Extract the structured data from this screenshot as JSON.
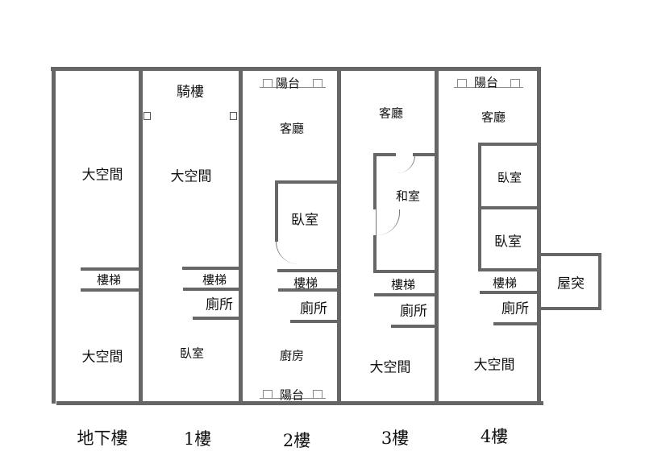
{
  "floors": [
    {
      "label": "地下樓",
      "rooms": [
        "大空間",
        "樓梯",
        "大空間"
      ]
    },
    {
      "label": "1樓",
      "rooms": [
        "騎樓",
        "大空間",
        "樓梯",
        "廁所",
        "臥室"
      ]
    },
    {
      "label": "2樓",
      "rooms": [
        "陽台",
        "客廳",
        "臥室",
        "樓梯",
        "廁所",
        "廚房",
        "陽台"
      ]
    },
    {
      "label": "3樓",
      "rooms": [
        "客廳",
        "和室",
        "樓梯",
        "廁所",
        "大空間"
      ]
    },
    {
      "label": "4樓",
      "rooms": [
        "陽台",
        "客廳",
        "臥室",
        "臥室",
        "樓梯",
        "廁所",
        "大空間",
        "屋突"
      ]
    }
  ]
}
